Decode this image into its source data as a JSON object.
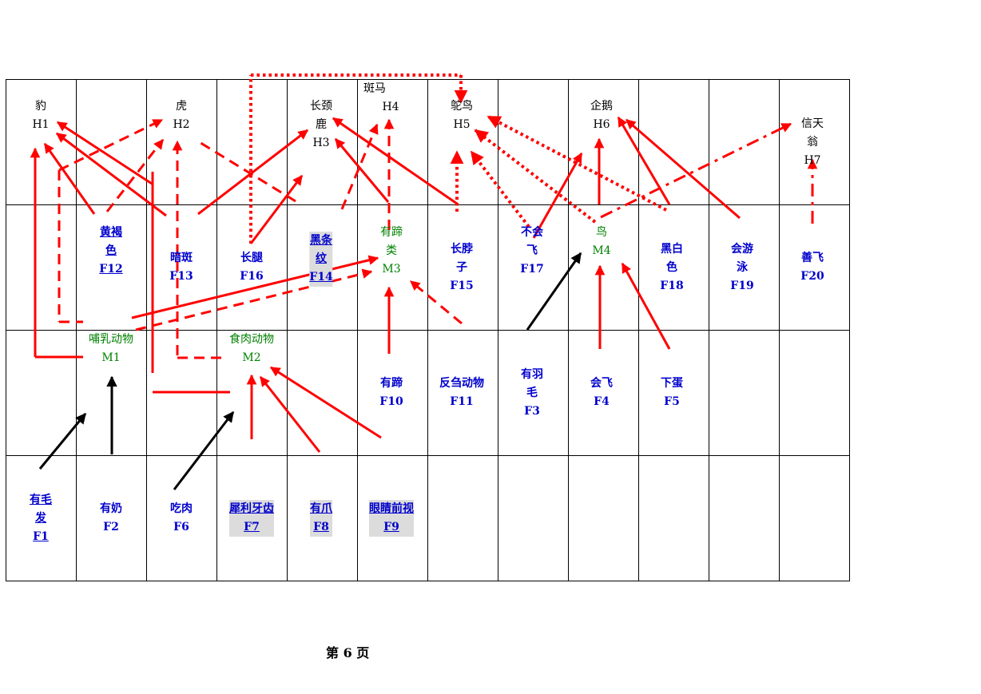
{
  "hypotheses": {
    "h1": [
      "豹",
      "H1"
    ],
    "h2": [
      "虎",
      "H2"
    ],
    "h3": [
      "长颈",
      "鹿",
      "H3"
    ],
    "h4": [
      "斑马",
      "H4"
    ],
    "h5": [
      "鸵鸟",
      "H5"
    ],
    "h6": [
      "企鹅",
      "H6"
    ],
    "h7": [
      "信天",
      "翁",
      "H7"
    ]
  },
  "intermediates": {
    "m1": [
      "哺乳动物",
      "M1"
    ],
    "m2": [
      "食肉动物",
      "M2"
    ],
    "m3": [
      "有蹄",
      "类",
      "M3"
    ],
    "m4": [
      "鸟",
      "M4"
    ]
  },
  "facts": {
    "f1": [
      "有毛",
      "发",
      "F1"
    ],
    "f2": [
      "有奶",
      "F2"
    ],
    "f3": [
      "有羽",
      "毛",
      "F3"
    ],
    "f4": [
      "会飞",
      "F4"
    ],
    "f5": [
      "下蛋",
      "F5"
    ],
    "f6": [
      "吃肉",
      "F6"
    ],
    "f7": [
      "犀利牙齿",
      "F7"
    ],
    "f8": [
      "有爪",
      "F8"
    ],
    "f9": [
      "眼睛前视",
      "F9"
    ],
    "f10": [
      "有蹄",
      "F10"
    ],
    "f11": [
      "反刍动物",
      "F11"
    ],
    "f12": [
      "黄褐",
      "色",
      "F12"
    ],
    "f13": [
      "暗斑",
      "F13"
    ],
    "f14": [
      "黑条",
      "纹",
      "F14"
    ],
    "f15": [
      "长脖",
      "子",
      "F15"
    ],
    "f16": [
      "长腿",
      "F16"
    ],
    "f17": [
      "不会",
      "飞",
      "F17"
    ],
    "f18": [
      "黑白",
      "色",
      "F18"
    ],
    "f19": [
      "会游",
      "泳",
      "F19"
    ],
    "f20": [
      "善飞",
      "F20"
    ]
  },
  "footer": "第 6 页",
  "colors": {
    "rule_arrow": "#ff0000",
    "black_arrow": "#000000",
    "fact_text": "#0000cc",
    "intermediate_text": "#008000"
  }
}
